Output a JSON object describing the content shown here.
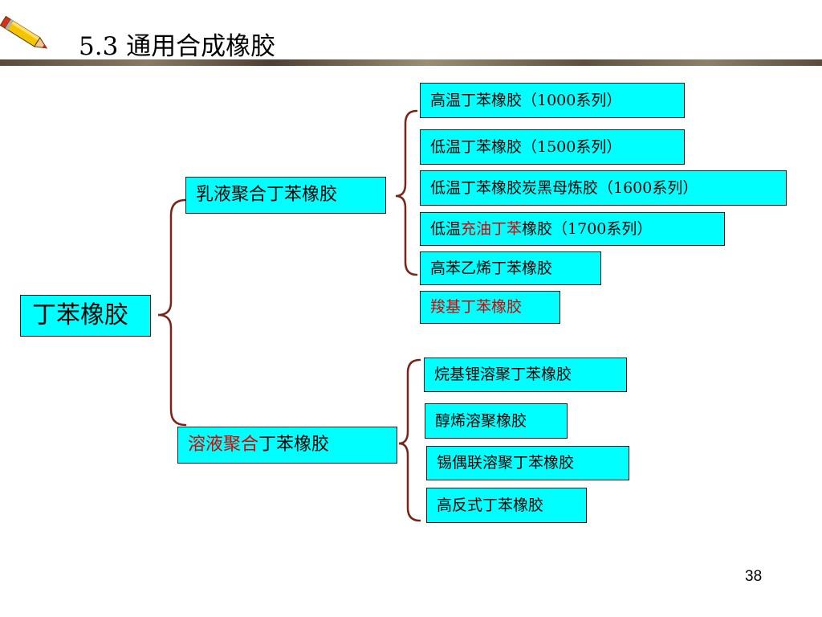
{
  "slide": {
    "title": "5.3 通用合成橡胶",
    "page_number": "38",
    "logo_icon": "pencil-icon"
  },
  "root": {
    "label": "丁苯橡胶"
  },
  "emulsion": {
    "label": "乳液聚合丁苯橡胶",
    "children": [
      {
        "segments": [
          {
            "text": "高温丁苯橡胶（1000系列）"
          }
        ]
      },
      {
        "segments": [
          {
            "text": "低温丁苯橡胶（1500系列）"
          }
        ]
      },
      {
        "segments": [
          {
            "text": "低温丁苯橡胶炭黑母炼胶（1600系列）"
          }
        ]
      },
      {
        "segments": [
          {
            "text": "低温"
          },
          {
            "text": "充油丁苯",
            "red": true
          },
          {
            "text": "橡胶（1700系列）"
          }
        ]
      },
      {
        "segments": [
          {
            "text": "高苯乙烯丁苯橡胶"
          }
        ]
      },
      {
        "segments": [
          {
            "text": "羧基丁苯橡胶",
            "red": true
          }
        ]
      }
    ]
  },
  "solution": {
    "label_red": "溶液聚合",
    "label_rest": "丁苯橡胶",
    "children": [
      {
        "segments": [
          {
            "text": "烷基锂溶聚丁苯橡胶"
          }
        ]
      },
      {
        "segments": [
          {
            "text": "醇烯溶聚橡胶"
          }
        ]
      },
      {
        "segments": [
          {
            "text": "锡偶联溶聚丁苯橡胶"
          }
        ]
      },
      {
        "segments": [
          {
            "text": "高反式丁苯橡胶"
          }
        ]
      }
    ]
  },
  "colors": {
    "box_fill": "#00ffff",
    "highlight_text": "#e00000",
    "bracket": "#7a2418"
  }
}
